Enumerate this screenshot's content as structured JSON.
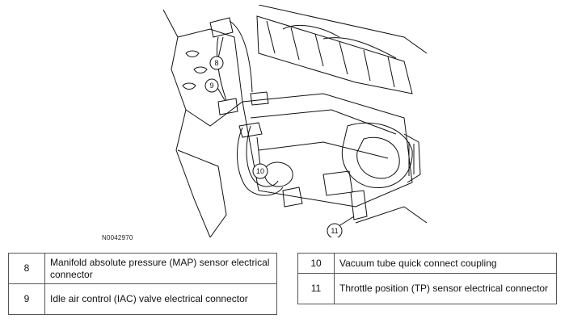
{
  "figure": {
    "id": "N0042970",
    "callouts": [
      "8",
      "9",
      "10",
      "11"
    ]
  },
  "legend": {
    "left": [
      {
        "num": "8",
        "text": "Manifold absolute pressure (MAP) sensor electrical connector"
      },
      {
        "num": "9",
        "text": "Idle air control (IAC) valve electrical connector"
      }
    ],
    "right": [
      {
        "num": "10",
        "text": "Vacuum tube quick connect coupling"
      },
      {
        "num": "11",
        "text": "Throttle position (TP) sensor electrical connector"
      }
    ]
  }
}
